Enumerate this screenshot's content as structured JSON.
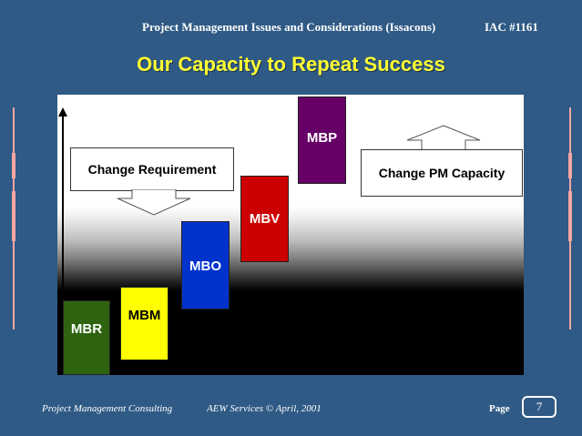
{
  "header": {
    "course_title": "Project Management Issues and Considerations (Issacons)",
    "course_id": "IAC #1161"
  },
  "slide": {
    "title": "Our Capacity to Repeat Success"
  },
  "diagram": {
    "callout_left": "Change Requirement",
    "callout_right": "Change PM Capacity",
    "bars": [
      {
        "label": "MBR",
        "color": "#2e6410"
      },
      {
        "label": "MBM",
        "color": "#ffff00"
      },
      {
        "label": "MBO",
        "color": "#0033cc"
      },
      {
        "label": "MBV",
        "color": "#cc0000"
      },
      {
        "label": "MBP",
        "color": "#660066"
      }
    ]
  },
  "footer": {
    "left": "Project Management Consulting",
    "center": "AEW Services © April, 2001",
    "page_label": "Page",
    "page_number": "7"
  }
}
